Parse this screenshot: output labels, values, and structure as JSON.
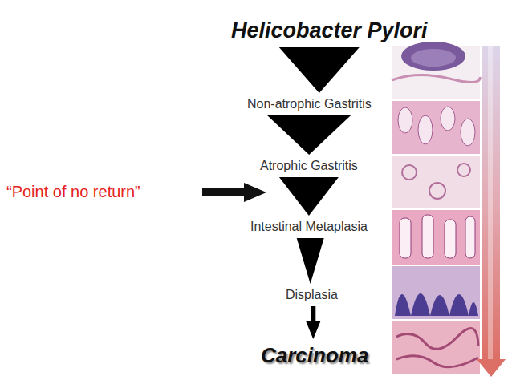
{
  "diagram": {
    "nodes": [
      {
        "text": [
          "Helicobacter Pylori"
        ]
      },
      {
        "text": [
          "Non-atrophic Gastritis"
        ]
      },
      {
        "text": [
          "Atrophic Gastritis"
        ]
      },
      {
        "text": [
          "Intestinal Metaplasia"
        ]
      },
      {
        "text": [
          "Displasia"
        ]
      },
      {
        "text": [
          "Carcinoma"
        ]
      }
    ],
    "edges": [
      {
        "from": 0,
        "to": 1,
        "arrow": "to"
      },
      {
        "from": 1,
        "to": 2,
        "arrow": "to"
      },
      {
        "from": 2,
        "to": 3,
        "arrow": "to"
      },
      {
        "from": 3,
        "to": 4,
        "arrow": "to"
      },
      {
        "from": 4,
        "to": 5,
        "arrow": "to"
      }
    ],
    "labels": [
      "“Point of no return”"
    ]
  }
}
